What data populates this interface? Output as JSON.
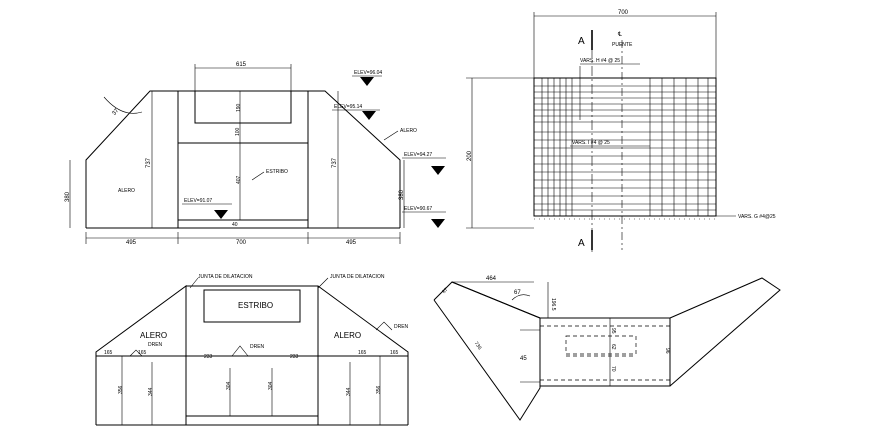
{
  "view1": {
    "angle": "37",
    "dims": {
      "top_width": "615",
      "h190": "190",
      "h100": "100",
      "h407": "407",
      "h40": "40",
      "left_h737": "737",
      "right_h737": "737",
      "left_h380": "380",
      "right_h380": "380",
      "bottom_left": "495",
      "bottom_mid": "700",
      "bottom_right": "495"
    },
    "labels": {
      "alero_left": "ALERO",
      "alero_right": "ALERO",
      "estribo": "ESTRIBO"
    },
    "elevations": {
      "e1": "ELEV=96.04",
      "e2": "ELEV=95.14",
      "e3": "ELEV=94.27",
      "e4": "ELEV=91.07",
      "e5": "ELEV=90.67"
    }
  },
  "view2": {
    "top_width": "700",
    "height": "200",
    "section_mark_top": "A",
    "section_mark_bottom": "A",
    "cl_symbol": "℄",
    "puente": "PUENTE",
    "bars_h": "VARS. H #4 @ 25",
    "bars_i": "VARS. I #4 @ 25",
    "bars_g": "VARS. G #4@25"
  },
  "view3": {
    "note_left": "JUNTA DE DILATACION",
    "note_right": "JUNTA DE DILATACION",
    "estribo": "ESTRIBO",
    "alero_left": "ALERO",
    "alero_right": "ALERO",
    "dren_left": "DREN",
    "dren_mid": "DREN",
    "dren_right": "DREN",
    "dims": {
      "d165a": "165",
      "d165b": "165",
      "d233a": "233",
      "d233b": "233",
      "d165c": "165",
      "d165d": "165",
      "v356a": "356",
      "v344a": "344",
      "v304a": "304",
      "v304b": "304",
      "v344b": "344",
      "v356b": "356"
    }
  },
  "view4": {
    "d464": "464",
    "d87": "87",
    "angle_top": "67",
    "angle_bottom": "45",
    "d196": "196.5",
    "d736": "736",
    "d95": "95",
    "d62": "62",
    "d70": "70",
    "d96": "96"
  }
}
